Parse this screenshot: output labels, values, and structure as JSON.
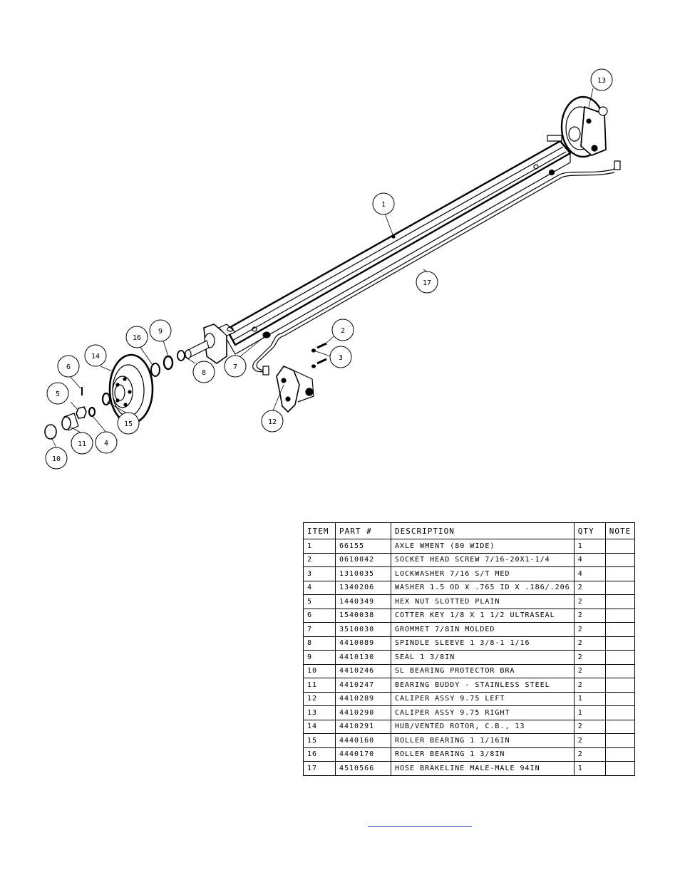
{
  "callouts": [
    {
      "number": "1"
    },
    {
      "number": "2"
    },
    {
      "number": "3"
    },
    {
      "number": "4"
    },
    {
      "number": "5"
    },
    {
      "number": "6"
    },
    {
      "number": "7"
    },
    {
      "number": "8"
    },
    {
      "number": "9"
    },
    {
      "number": "10"
    },
    {
      "number": "11"
    },
    {
      "number": "12"
    },
    {
      "number": "13"
    },
    {
      "number": "14"
    },
    {
      "number": "15"
    },
    {
      "number": "16"
    },
    {
      "number": "17"
    }
  ],
  "parts_table": {
    "headers": {
      "item": "ITEM",
      "part": "PART #",
      "description": "DESCRIPTION",
      "qty": "QTY",
      "note": "NOTE"
    },
    "rows": [
      {
        "item": "1",
        "part": "66155",
        "description": "AXLE WMENT (80 WIDE)",
        "qty": "1",
        "note": ""
      },
      {
        "item": "2",
        "part": "0610042",
        "description": "SOCKET HEAD SCREW 7/16-20X1-1/4",
        "qty": "4",
        "note": ""
      },
      {
        "item": "3",
        "part": "1310035",
        "description": "LOCKWASHER 7/16 S/T MED",
        "qty": "4",
        "note": ""
      },
      {
        "item": "4",
        "part": "1340206",
        "description": "WASHER 1.5 OD X .765 ID X .186/.206",
        "qty": "2",
        "note": ""
      },
      {
        "item": "5",
        "part": "1440349",
        "description": "HEX NUT SLOTTED PLAIN",
        "qty": "2",
        "note": ""
      },
      {
        "item": "6",
        "part": "1540038",
        "description": "COTTER KEY 1/8 X 1 1/2 ULTRASEAL",
        "qty": "2",
        "note": ""
      },
      {
        "item": "7",
        "part": "3510030",
        "description": "GROMMET  7/8IN MOLDED",
        "qty": "2",
        "note": ""
      },
      {
        "item": "8",
        "part": "4410089",
        "description": "SPINDLE SLEEVE  1 3/8-1 1/16",
        "qty": "2",
        "note": ""
      },
      {
        "item": "9",
        "part": "4410130",
        "description": "SEAL  1 3/8IN",
        "qty": "2",
        "note": ""
      },
      {
        "item": "10",
        "part": "4410246",
        "description": "SL BEARING PROTECTOR BRA",
        "qty": "2",
        "note": ""
      },
      {
        "item": "11",
        "part": "4410247",
        "description": "BEARING BUDDY - STAINLESS STEEL",
        "qty": "2",
        "note": ""
      },
      {
        "item": "12",
        "part": "4410289",
        "description": "CALIPER ASSY 9.75 LEFT",
        "qty": "1",
        "note": ""
      },
      {
        "item": "13",
        "part": "4410290",
        "description": "CALIPER ASSY 9.75 RIGHT",
        "qty": "1",
        "note": ""
      },
      {
        "item": "14",
        "part": "4410291",
        "description": "HUB/VENTED ROTOR, C.B.,  13",
        "qty": "2",
        "note": ""
      },
      {
        "item": "15",
        "part": "4440160",
        "description": "ROLLER BEARING   1 1/16IN",
        "qty": "2",
        "note": ""
      },
      {
        "item": "16",
        "part": "4440170",
        "description": "ROLLER BEARING   1 3/8IN",
        "qty": "2",
        "note": ""
      },
      {
        "item": "17",
        "part": "4510566",
        "description": "HOSE BRAKELINE MALE-MALE 94IN",
        "qty": "1",
        "note": ""
      }
    ]
  }
}
